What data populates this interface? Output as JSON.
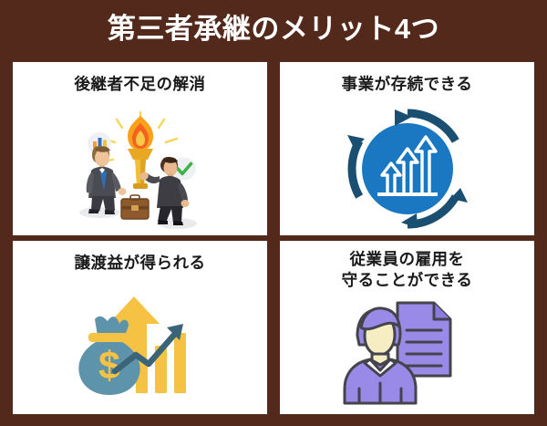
{
  "header": {
    "title": "第三者承継のメリット4つ",
    "background_color": "#52291a",
    "text_color": "#ffffff"
  },
  "theme": {
    "background": "#52291a",
    "card_background": "#ffffff",
    "card_title_color": "#1a1a1a",
    "accent_blue": "#1a78c2",
    "accent_dark_blue": "#1b4f72",
    "accent_yellow": "#f6c243",
    "accent_purple": "#9a8ae8",
    "accent_green": "#4caf50",
    "accent_orange": "#f4621f"
  },
  "cards": [
    {
      "id": "successor-shortage",
      "title": "後継者不足の解消",
      "title_lines": [
        "後継者不足の解消"
      ],
      "illustration": "torch-handover-businessmen"
    },
    {
      "id": "business-continuity",
      "title": "事業が存続できる",
      "title_lines": [
        "事業が存続できる"
      ],
      "illustration": "growth-arrows-cycle"
    },
    {
      "id": "transfer-gain",
      "title": "譲渡益が得られる",
      "title_lines": [
        "譲渡益が得られる"
      ],
      "illustration": "money-bag-growth-chart"
    },
    {
      "id": "protect-employment",
      "title": "従業員の雇用を守ることができる",
      "title_lines": [
        "従業員の雇用を",
        "守ることができる"
      ],
      "illustration": "employee-and-document"
    }
  ]
}
